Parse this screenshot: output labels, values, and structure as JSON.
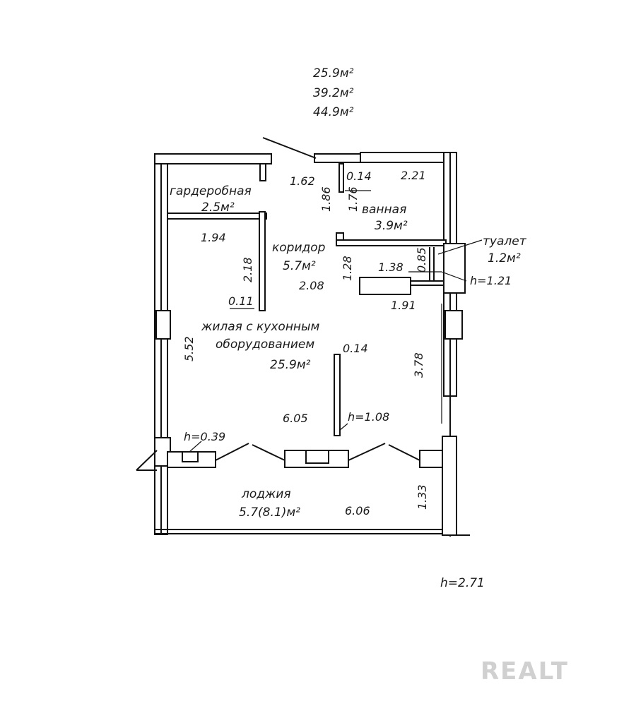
{
  "areas": {
    "living": "25.9м²",
    "total_living": "39.2м²",
    "total": "44.9м²"
  },
  "rooms": {
    "wardrobe": {
      "name": "гардеробная",
      "area": "2.5м²"
    },
    "bathroom": {
      "name": "ванная",
      "area": "3.9м²"
    },
    "toilet": {
      "name": "туалет",
      "area": "1.2м²"
    },
    "corridor": {
      "name": "коридор",
      "area": "5.7м²"
    },
    "living": {
      "name": "жилая с кухонным",
      "name2": "оборудованием",
      "area": "25.9м²"
    },
    "loggia": {
      "name": "лоджия",
      "area": "5.7(8.1)м²"
    }
  },
  "dimensions": {
    "d_1_62": "1.62",
    "d_0_14_top": "0.14",
    "d_2_21": "2.21",
    "d_1_86": "1.86",
    "d_1_76": "1.76",
    "d_1_94": "1.94",
    "d_2_18": "2.18",
    "d_2_08": "2.08",
    "d_0_11": "0.11",
    "d_1_28": "1.28",
    "d_1_38": "1.38",
    "d_0_85": "0.85",
    "d_h_1_21": "h=1.21",
    "d_1_91": "1.91",
    "d_5_52": "5.52",
    "d_0_14_mid": "0.14",
    "d_3_78": "3.78",
    "d_6_05": "6.05",
    "d_h_1_08": "h=1.08",
    "d_h_0_39": "h=0.39",
    "d_1_33": "1.33",
    "d_6_06": "6.06"
  },
  "ceiling_height": "h=2.71",
  "watermark": "REALT"
}
